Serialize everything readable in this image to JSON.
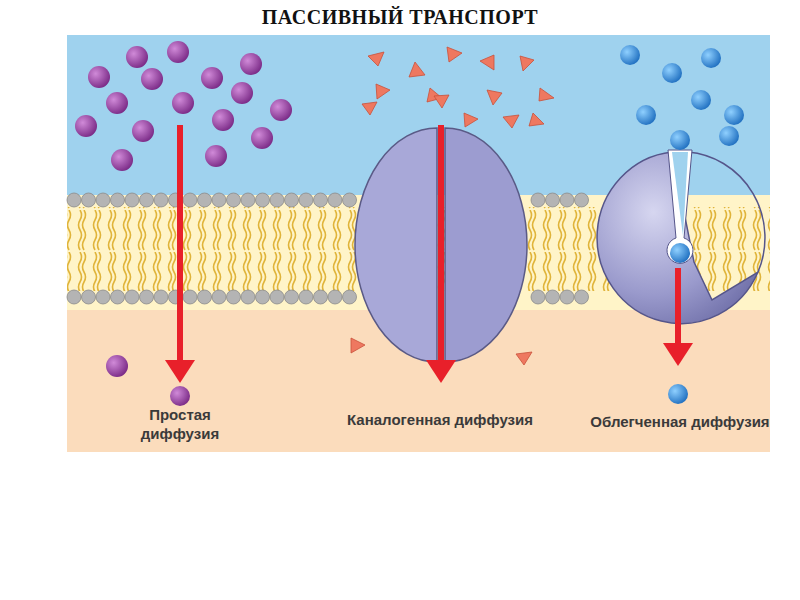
{
  "diagram": {
    "title": "ПАССИВНЫЙ ТРАНСПОРТ",
    "labels": [
      "Простая диффузия",
      "Каналогенная диффузия",
      "Облегченная диффузия"
    ]
  }
}
